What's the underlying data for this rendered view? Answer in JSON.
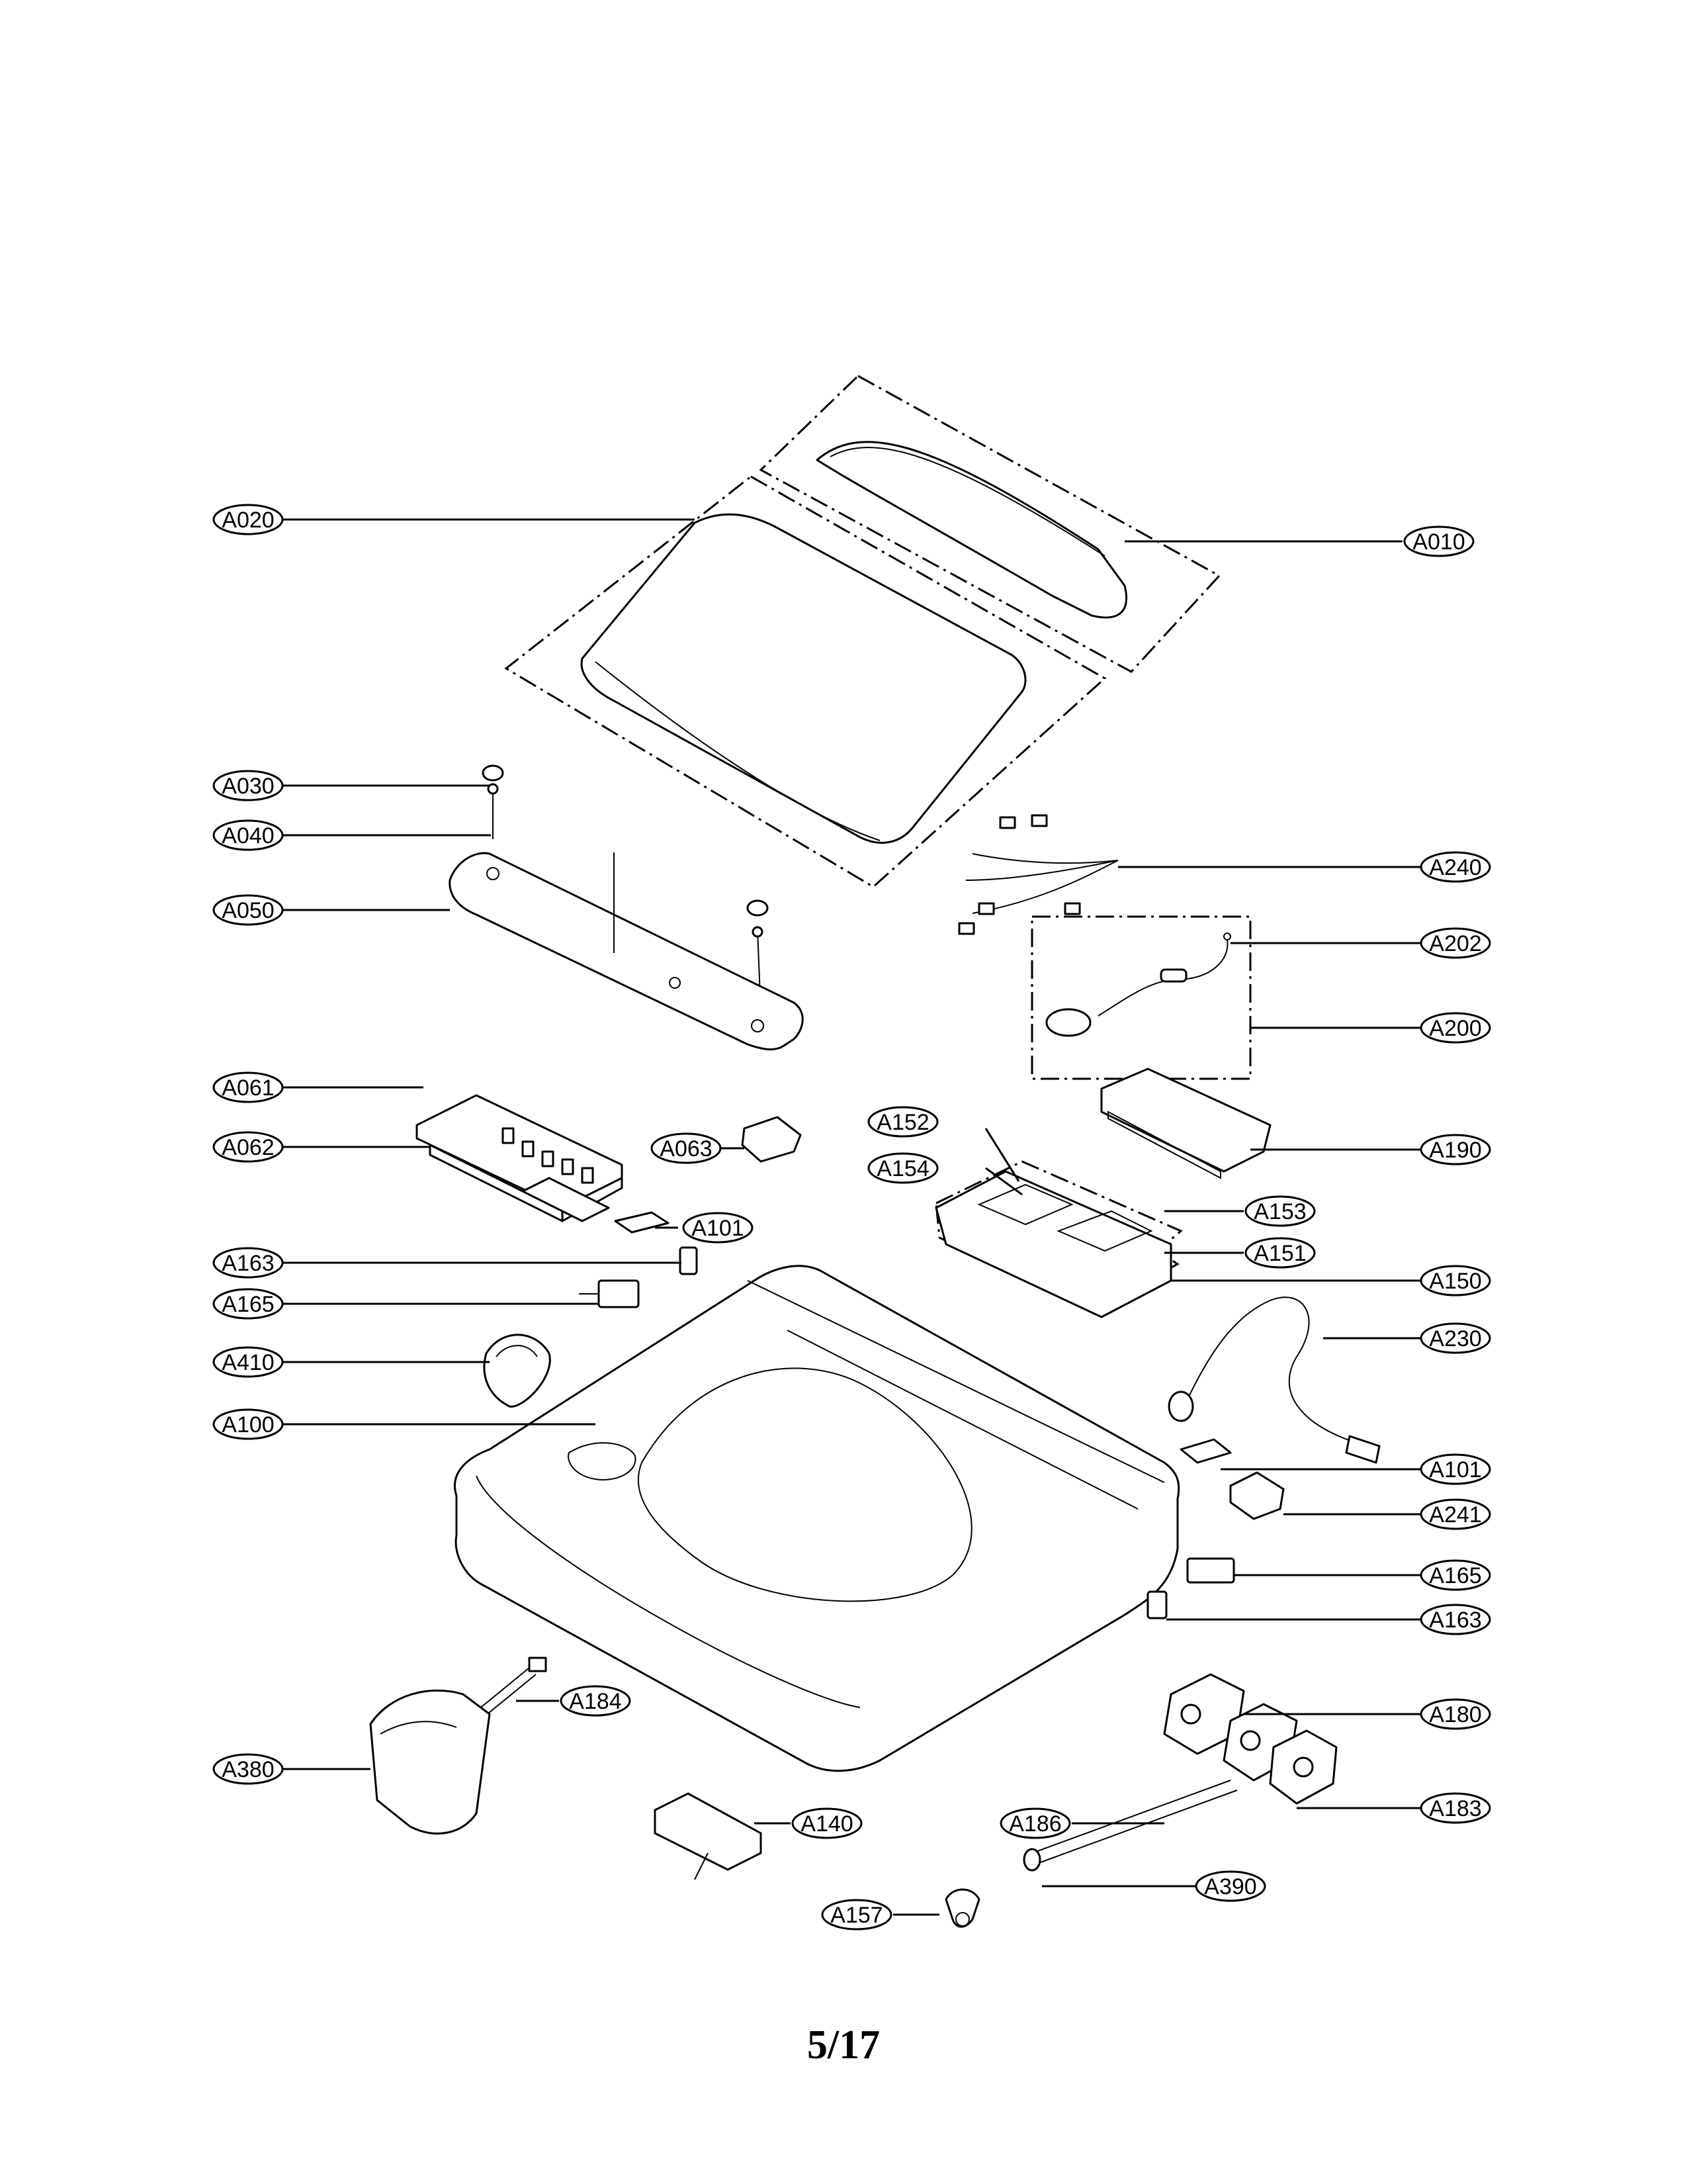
{
  "page": {
    "number": "5/17"
  },
  "callouts": {
    "A010": "A010",
    "A020": "A020",
    "A030": "A030",
    "A040": "A040",
    "A050": "A050",
    "A061": "A061",
    "A062": "A062",
    "A063": "A063",
    "A101": "A101",
    "A163": "A163",
    "A165": "A165",
    "A410": "A410",
    "A100": "A100",
    "A240": "A240",
    "A202": "A202",
    "A200": "A200",
    "A190": "A190",
    "A152": "A152",
    "A154": "A154",
    "A153": "A153",
    "A151": "A151",
    "A150": "A150",
    "A230": "A230",
    "A241": "A241",
    "A180": "A180",
    "A183": "A183",
    "A186": "A186",
    "A390": "A390",
    "A157": "A157",
    "A140": "A140",
    "A184": "A184",
    "A380": "A380"
  }
}
